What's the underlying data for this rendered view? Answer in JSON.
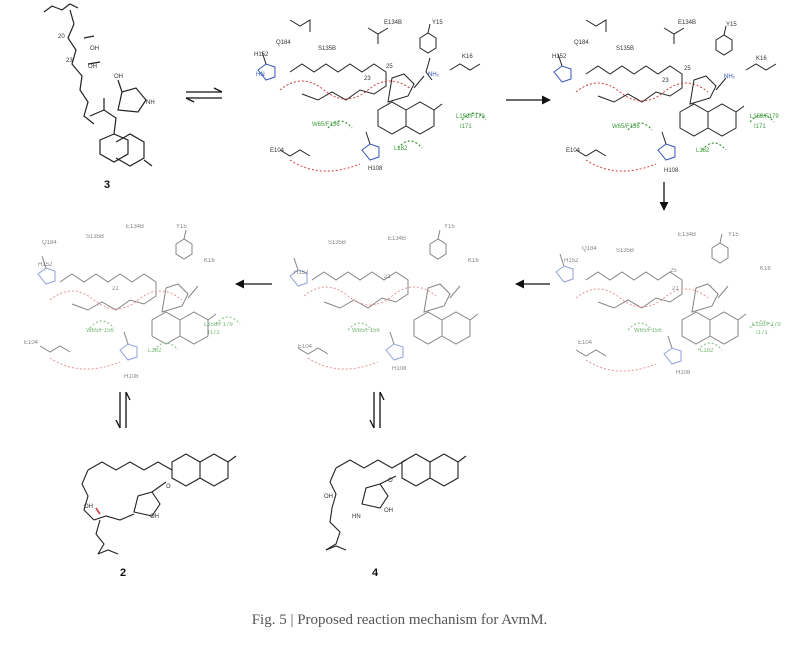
{
  "caption": "Fig. 5 | Proposed reaction mechanism for AvmM.",
  "compounds": {
    "c3": "3",
    "c2": "2",
    "c4": "4"
  },
  "locants": {
    "c20": "20",
    "c23": "23",
    "c25": "25",
    "c21": "21"
  },
  "residues": {
    "q184": "Q184",
    "s135b": "S135B",
    "e134b": "E134B",
    "y15": "Y15",
    "k16": "K16",
    "h152": "H152",
    "w65f156": "W65/F156",
    "l158f179": "L158/F179",
    "i171": "I171",
    "l182": "L182",
    "e104": "E104",
    "h108": "H108"
  },
  "atoms": {
    "oh": "OH",
    "o": "O",
    "nh": "NH",
    "hn": "HN",
    "n": "N",
    "h": "H",
    "nh2": "NH₂"
  }
}
